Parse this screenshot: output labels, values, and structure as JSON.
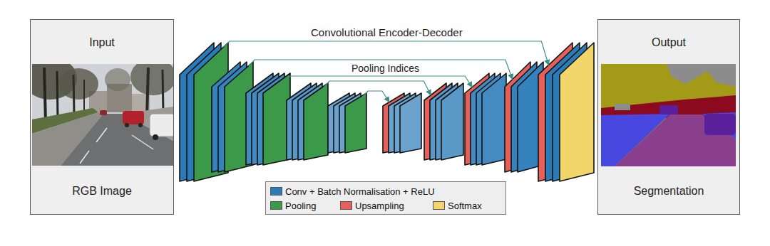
{
  "diagram": {
    "nodes": [
      {
        "text": [
          "Input",
          "RGB Image"
        ]
      },
      {
        "text": [
          "Output",
          "Segmentation"
        ]
      }
    ],
    "labels": [
      "Convolutional Encoder-Decoder",
      "Pooling Indices"
    ],
    "legend": [
      {
        "text": "Conv + Batch Normalisation + ReLU",
        "color": "#2b7bb9"
      },
      {
        "text": "Pooling",
        "color": "#3a9a4a"
      },
      {
        "text": "Upsampling",
        "color": "#e5605a"
      },
      {
        "text": "Softmax",
        "color": "#f2d66b"
      }
    ]
  }
}
